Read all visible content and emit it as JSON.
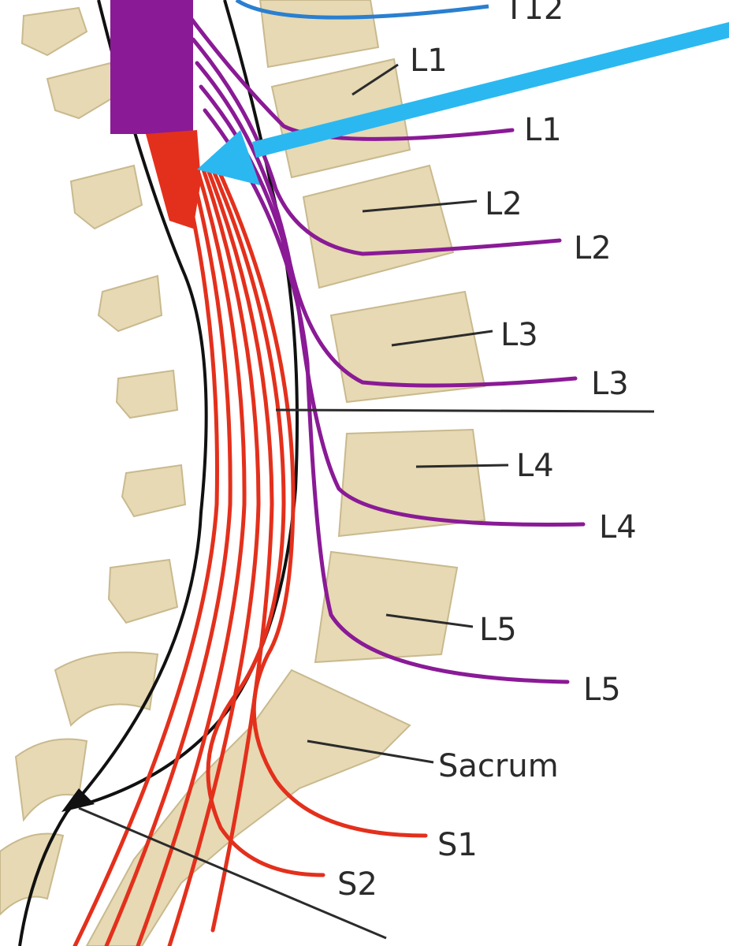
{
  "labels": {
    "top_partial": "T12",
    "vert_l1": "L1",
    "vert_l2": "L2",
    "vert_l3": "L3",
    "vert_l4": "L4",
    "vert_l5": "L5",
    "sacrum": "Sacrum",
    "nerve_l1": "L1",
    "nerve_l2": "L2",
    "nerve_l3": "L3",
    "nerve_l4": "L4",
    "nerve_l5": "L5",
    "nerve_s1": "S1",
    "nerve_s2": "S2"
  },
  "colors": {
    "bone": "#e6d9b3",
    "lumbar_roots": "#8a1a96",
    "sacral_roots": "#e3301c",
    "pointer_arrow": "#2bb8f0",
    "thoracic_root": "#2a7fd0",
    "outline": "#111111"
  }
}
